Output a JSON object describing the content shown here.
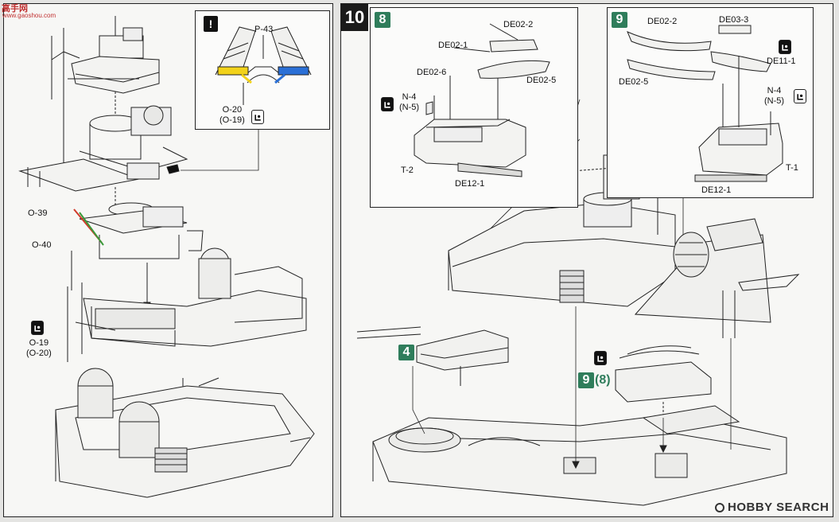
{
  "watermark": {
    "top": "高手网",
    "url": "www.gaoshou.com"
  },
  "left_panel": {
    "callout": {
      "warning": "!",
      "part": "P-43",
      "parts_pair": "O-20\n(O-19)"
    },
    "labels": {
      "o39": "O-39",
      "o40": "O-40",
      "o19": "O-19\n(O-20)"
    }
  },
  "right_panel": {
    "step": "10",
    "callout_8": {
      "badge": "8",
      "labels": {
        "de02_2": "DE02-2",
        "de02_1": "DE02-1",
        "de02_6": "DE02-6",
        "de02_5": "DE02-5",
        "n4": "N-4\n(N-5)",
        "t2": "T-2",
        "de12_1": "DE12-1"
      }
    },
    "callout_9": {
      "badge": "9",
      "labels": {
        "de02_2": "DE02-2",
        "de03_3": "DE03-3",
        "de11_1": "DE11-1",
        "de02_5": "DE02-5",
        "n4": "N-4\n(N-5)",
        "t1": "T-1",
        "de12_1": "DE12-1"
      }
    },
    "ref_4": "4",
    "ref_9": "9",
    "ref_8_paren": "(8)"
  },
  "footer_logo": "HOBBY SEARCH",
  "colors": {
    "yellow_part": "#f2d21a",
    "blue_part": "#2a6fd6",
    "green_part": "#3a9a3a",
    "red_part": "#d03a2a",
    "badge_green": "#2f7d5b"
  }
}
